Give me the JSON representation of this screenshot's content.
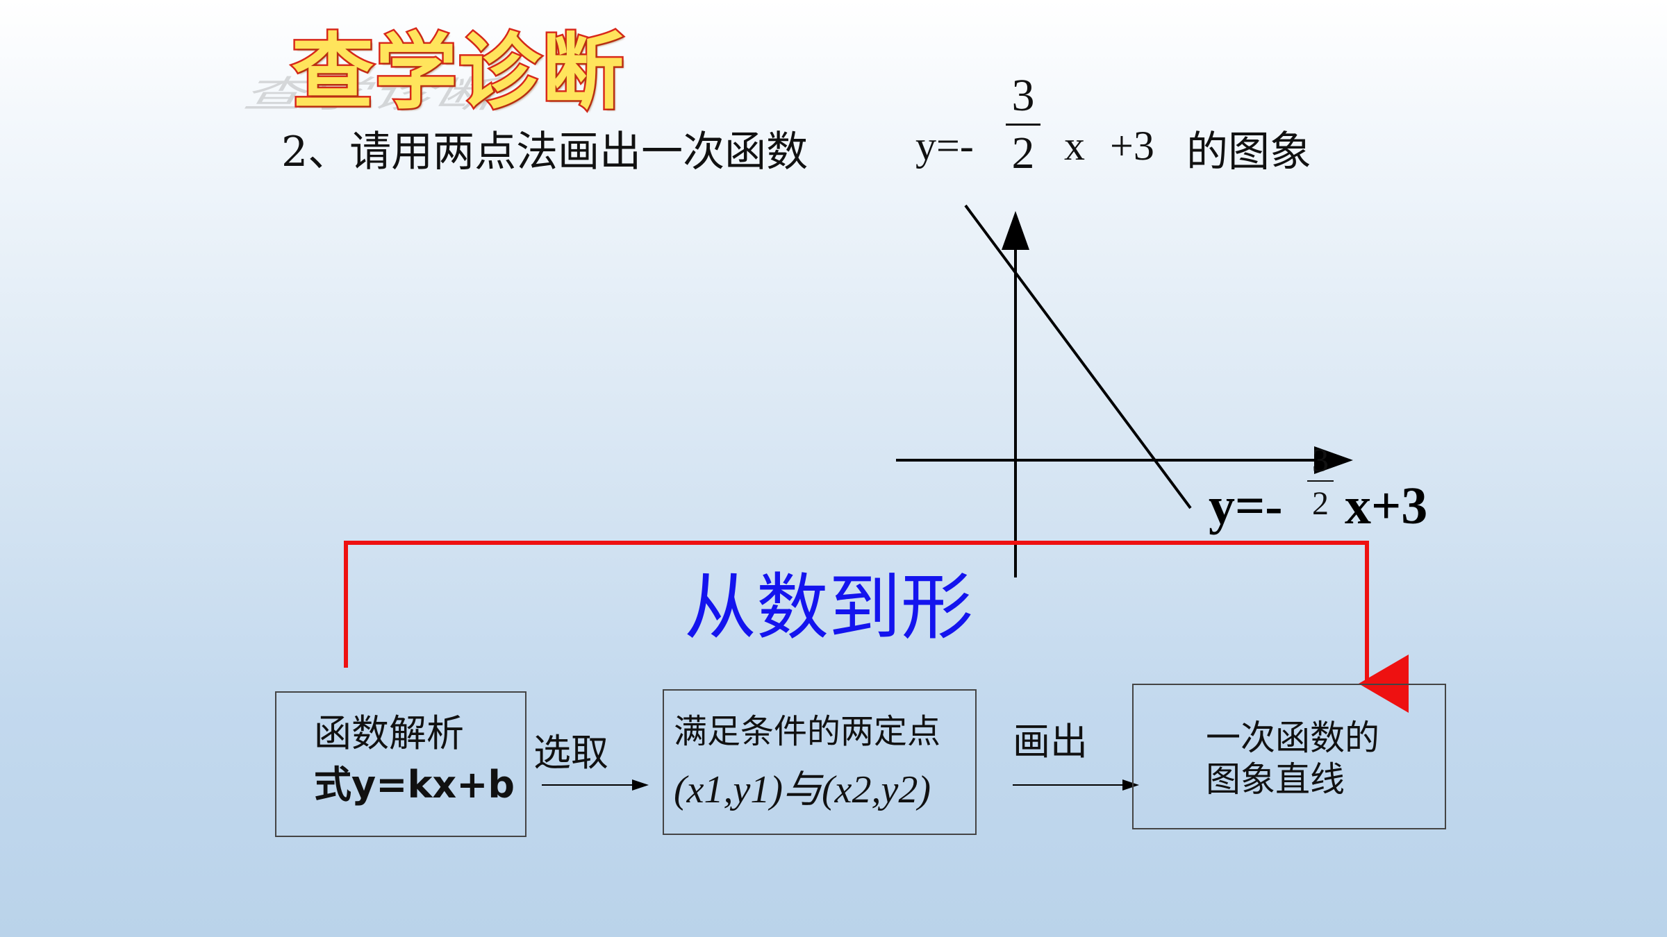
{
  "title": "查学诊断",
  "question": {
    "prefix": "2、请用两点法画出一次函数",
    "y_eq": "y=-",
    "frac_num": "3",
    "frac_den": "2",
    "x": "x",
    "plus": "+3",
    "suffix": "的图象"
  },
  "graph_label": {
    "y_eq": "y=-",
    "frac_num": "3",
    "frac_den": "2",
    "tail": "x+3"
  },
  "heading": "从数到形",
  "flow": {
    "box1_line1": "函数解析",
    "box1_line2": "式y=kx+b",
    "step1": "选取",
    "box2_line1": "满足条件的两定点",
    "box2_line2": "(x1,y1)与(x2,y2)",
    "step2": "画出",
    "box3_line1": "一次函数的",
    "box3_line2": "图象直线"
  },
  "colors": {
    "title_fill": "#ffe45c",
    "title_stroke": "#d8281a",
    "heading": "#1414ee",
    "connector": "#ee1111"
  }
}
